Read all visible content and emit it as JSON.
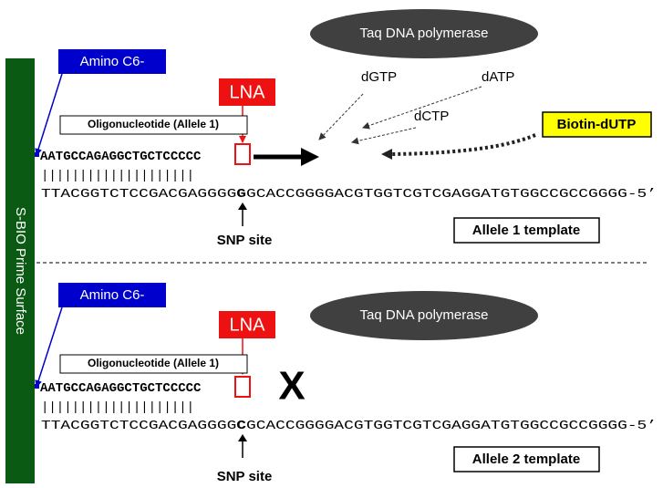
{
  "surface_label": "S-BIO Prime Surface",
  "polymerase_label": "Taq DNA polymerase",
  "amino_label": "Amino C6-",
  "lna_label": "LNA",
  "oligo_label": "Oligonucleotide (Allele 1)",
  "primer_sequence": "AATGCCAGAGGCTGCTCCCCC",
  "pairing_bars": "||||||||||||||||||||",
  "snp_label": "SNP site",
  "nucleotides": {
    "dgtp": "dGTP",
    "datp": "dATP",
    "dctp": "dCTP"
  },
  "biotin_label": "Biotin-dUTP",
  "block_mark": "X",
  "top_panel": {
    "template_prefix": "TTACGGTCTCCGACGAGGGG",
    "template_snp": "G",
    "template_suffix": "GCACCGGGGACGTGGTCGTCGAGGATGTGGCCGCCGGGG-5’",
    "template_label": "Allele 1 template"
  },
  "bottom_panel": {
    "template_prefix": "TTACGGTCTCCGACGAGGGG",
    "template_snp": "C",
    "template_suffix": "GCACCGGGGACGTGGTCGTCGAGGATGTGGCCGCCGGGG-5’",
    "template_label": "Allele 2 template"
  },
  "colors": {
    "surface_green": "#0b5a14",
    "amino_blue": "#0000cc",
    "lna_red": "#ee1111",
    "polymerase_gray": "#404040",
    "biotin_yellow": "#ffff00"
  }
}
